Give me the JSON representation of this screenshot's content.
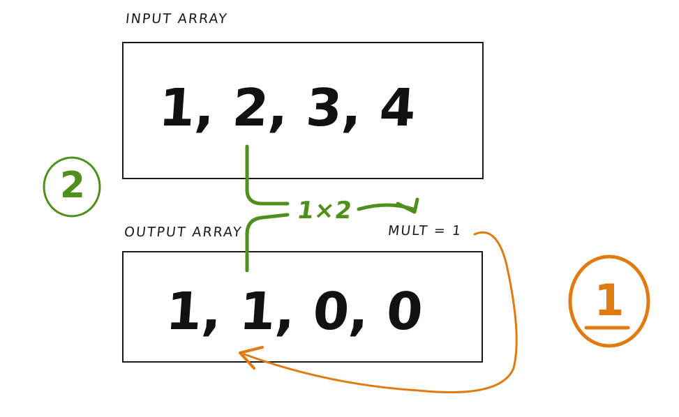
{
  "input": {
    "label": "INPUT ARRAY",
    "values": "1, 2, 3, 4"
  },
  "output": {
    "label": "OUTPUT ARRAY",
    "values": "1, 1, 0, 0",
    "mult_text": "MULT = 1"
  },
  "steps": {
    "step1_number": "1",
    "step2_number": "2",
    "step2_operation": "1×2"
  },
  "colors": {
    "step1": "#e07b12",
    "step2": "#4f8f1b",
    "ink": "#111111"
  }
}
